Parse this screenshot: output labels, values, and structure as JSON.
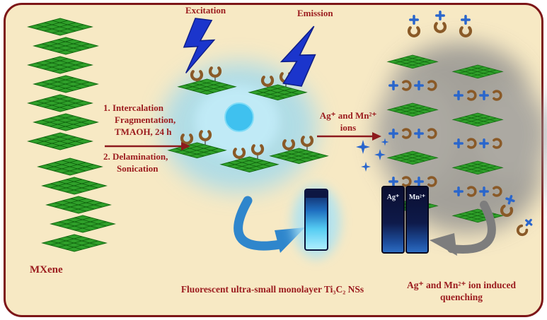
{
  "title": "Synthesis of fluorescent Ti3C2 MXene nanosheets and ion-induced quenching scheme",
  "colors": {
    "background": "#f7e9c4",
    "border_red": "#7d1618",
    "text_red": "#9b1b1e",
    "sheet_green": "#2fa02a",
    "bolt_blue": "#1b35cc",
    "ion_blue": "#2a66cc",
    "receptor_brown": "#8a5a28",
    "glow_blue": "#9fd9ee",
    "cloud_gray": "#8f8f8f",
    "arrow_blue": "#2f86cc",
    "arrow_gray": "#7d7d7d"
  },
  "labels": {
    "excitation": "Excitation",
    "emission": "Emission",
    "step1_line1": "1. Intercalation",
    "step1_line2": "Fragmentation,",
    "step1_line3": "TMAOH, 24 h",
    "step2_line1": "2. Delamination,",
    "step2_line2": "Sonication",
    "ions_line1": "Ag⁺ and Mn²⁺",
    "ions_line2": "ions",
    "mxene": "MXene",
    "fluorescent_caption": "Fluorescent ultra-small monolayer Ti₃C₂ NSs",
    "quenching_line1": "Ag⁺ and Mn²⁺ ion induced",
    "quenching_line2": "quenching",
    "cuvette_ag": "Ag⁺",
    "cuvette_mn": "Mn²⁺"
  },
  "icons": {
    "excitation_bolt": "lightning-bolt",
    "emission_bolt": "lightning-bolt",
    "ion": "blue-plus-cross",
    "receptor": "brown-horseshoe",
    "sparkle": "four-point-star",
    "nanosheet": "green-crosshatched-rhombus"
  }
}
